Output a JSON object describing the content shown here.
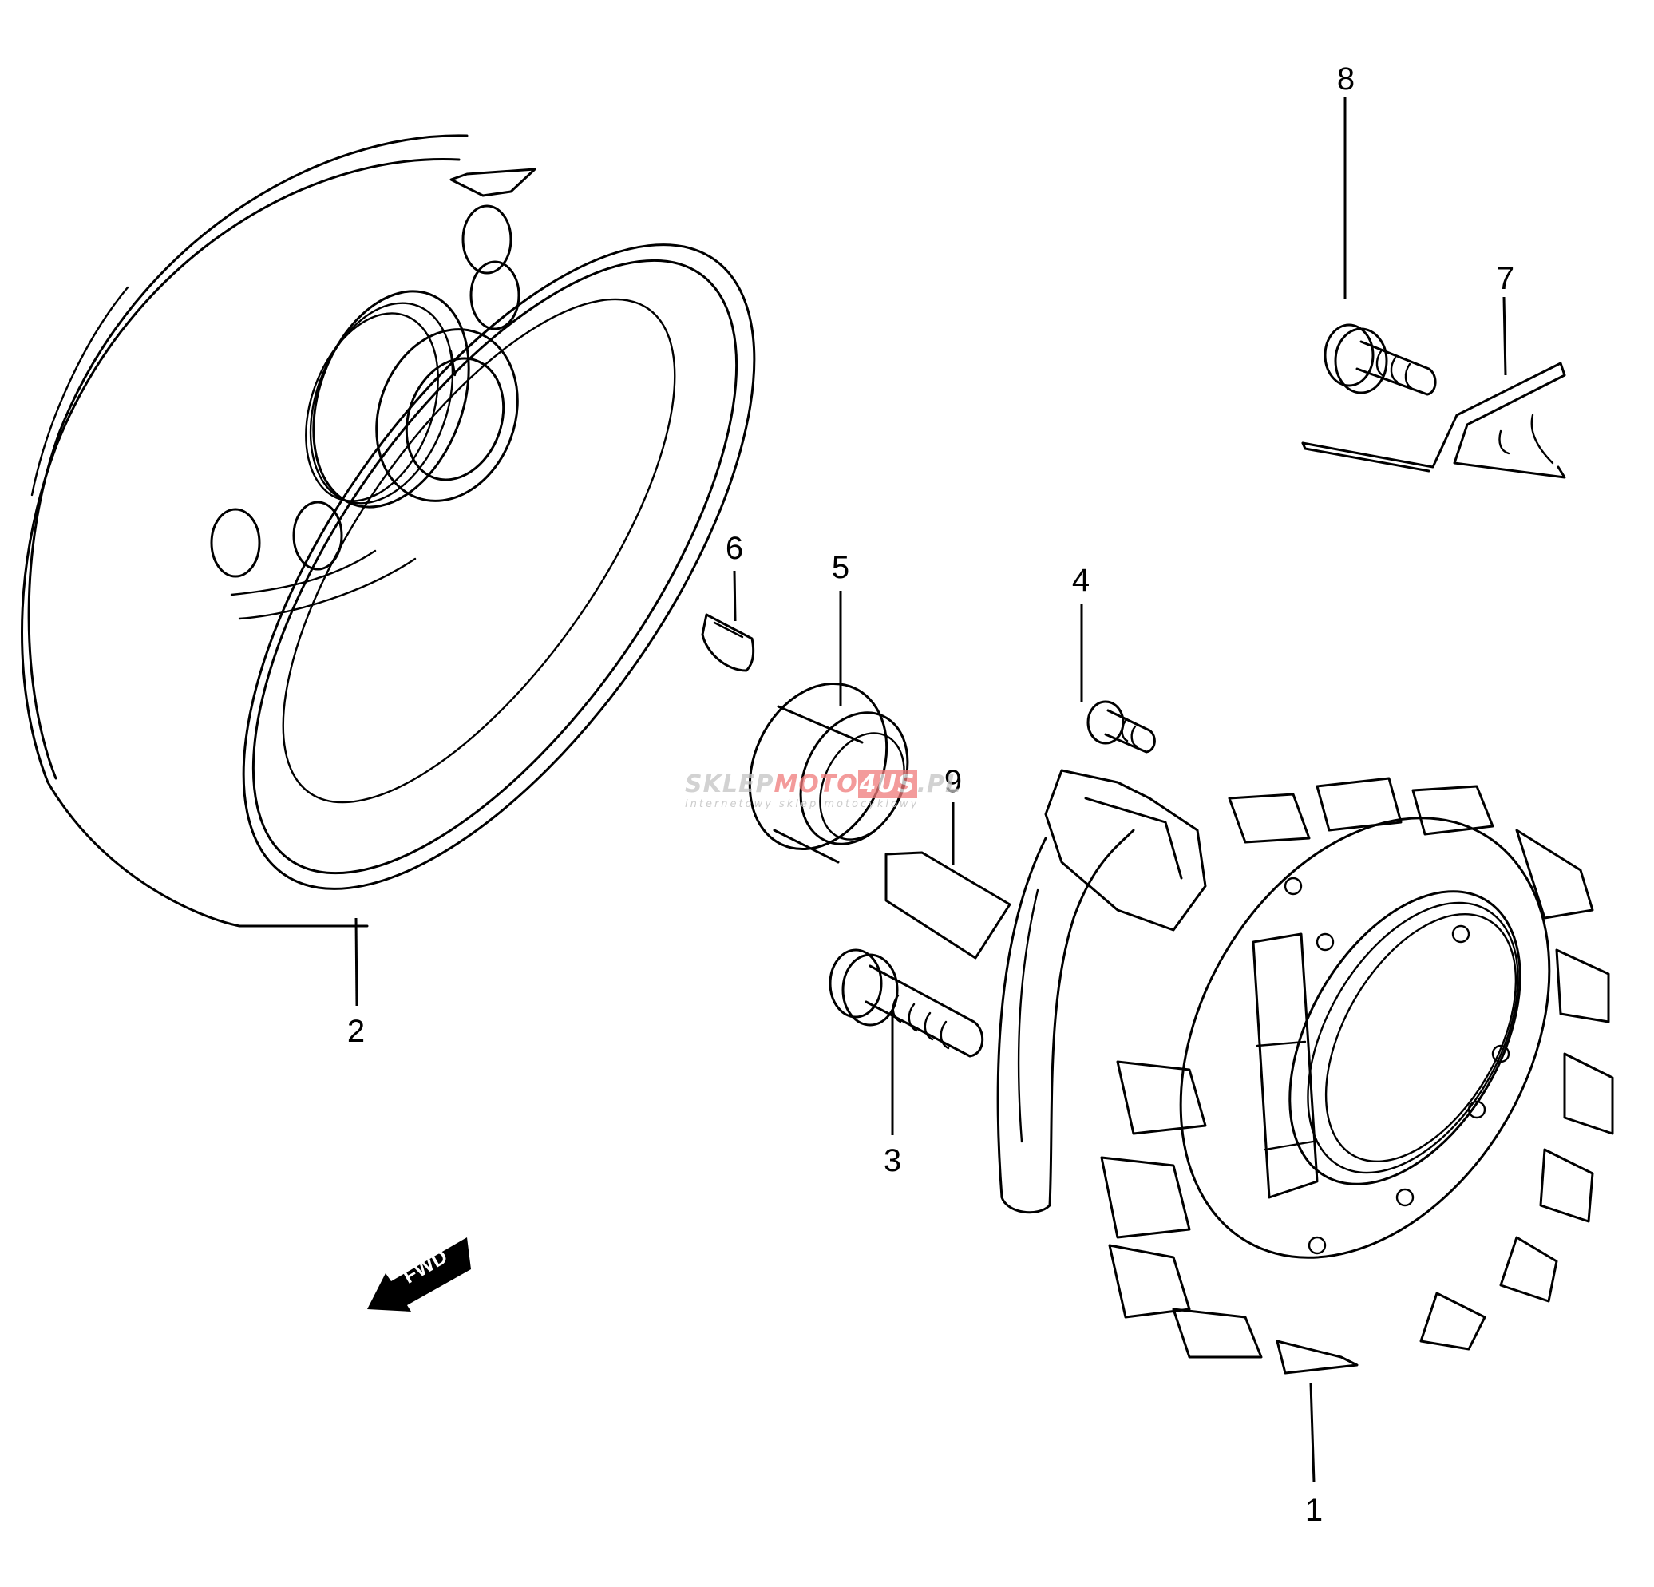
{
  "diagram": {
    "title": "Magneto / Generator exploded parts diagram",
    "callouts": [
      {
        "number": "1",
        "part": "stator"
      },
      {
        "number": "2",
        "part": "rotor"
      },
      {
        "number": "3",
        "part": "bolt"
      },
      {
        "number": "4",
        "part": "screw"
      },
      {
        "number": "5",
        "part": "starter-clutch-gear-bushing"
      },
      {
        "number": "6",
        "part": "key"
      },
      {
        "number": "7",
        "part": "clamp"
      },
      {
        "number": "8",
        "part": "bolt"
      },
      {
        "number": "9",
        "part": "pad"
      }
    ],
    "direction_indicator": "FWD",
    "watermark": {
      "prefix": "SKLEP",
      "red": "MOTO",
      "boxed": "4US",
      "suffix": ".PL",
      "tagline": "internetowy sklep motocyklowy",
      "gray_color": "#c4c4c4",
      "red_color": "#f07a7a"
    }
  }
}
